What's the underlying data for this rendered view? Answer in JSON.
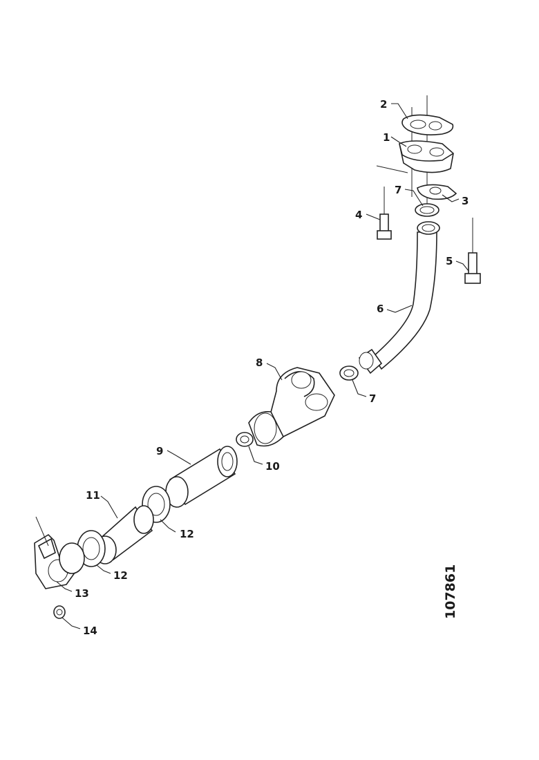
{
  "callouts": {
    "c1": "1",
    "c2": "2",
    "c3": "3",
    "c4": "4",
    "c5": "5",
    "c6": "6",
    "c7a": "7",
    "c7b": "7",
    "c8": "8",
    "c9": "9",
    "c10": "10",
    "c11": "11",
    "c12a": "12",
    "c12b": "12",
    "c13": "13",
    "c14": "14"
  },
  "figure_number": "107861"
}
